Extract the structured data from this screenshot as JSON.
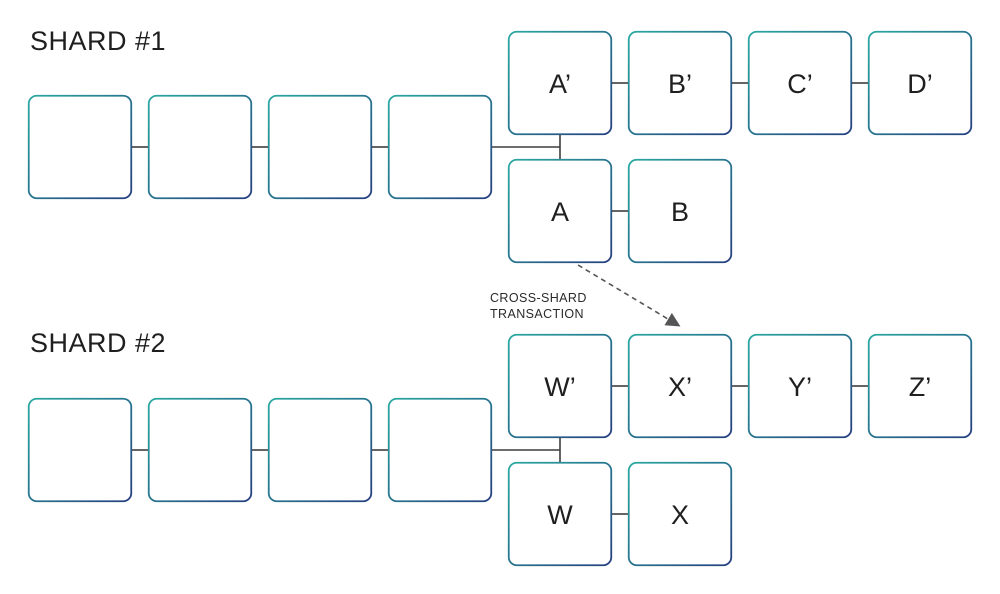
{
  "diagram": {
    "colors": {
      "block_border_start": "#2aa8a0",
      "block_border_end": "#24407f",
      "connector": "#3d3d3d",
      "label": "#1f1f1f",
      "arrow": "#555555"
    },
    "shard1": {
      "title": "SHARD #1",
      "main_chain_blocks": [
        "",
        "",
        "",
        ""
      ],
      "fork_upper": [
        "A’",
        "B’",
        "C’",
        "D’"
      ],
      "fork_lower": [
        "A",
        "B"
      ]
    },
    "shard2": {
      "title": "SHARD #2",
      "main_chain_blocks": [
        "",
        "",
        "",
        ""
      ],
      "fork_upper": [
        "W’",
        "X’",
        "Y’",
        "Z’"
      ],
      "fork_lower": [
        "W",
        "X"
      ]
    },
    "cross_shard": {
      "label_line1": "CROSS-SHARD",
      "label_line2": "TRANSACTION",
      "from_block": "A",
      "to_block": "X’"
    }
  }
}
